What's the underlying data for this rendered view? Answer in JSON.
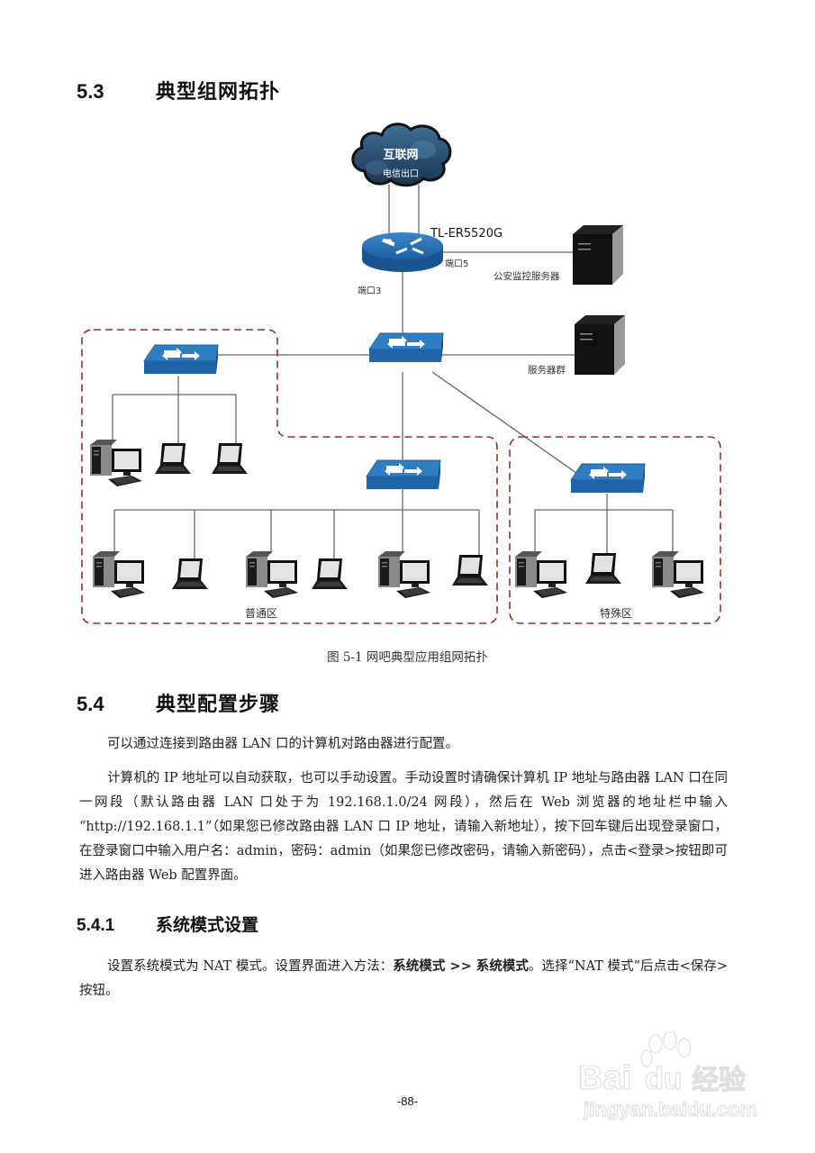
{
  "section_5_3": {
    "number": "5.3",
    "title": "典型组网拓扑"
  },
  "diagram": {
    "internet": {
      "title": "互联网",
      "subtitle": "电信出口"
    },
    "router": {
      "model": "TL-ER5520G",
      "port_wan": "端口5",
      "port_lan": "端口3"
    },
    "servers": [
      {
        "label": "公安监控服务器"
      },
      {
        "label": "服务器群"
      }
    ],
    "zones": [
      {
        "label": "普通区"
      },
      {
        "label": "特殊区"
      }
    ],
    "caption": "图  5-1  网吧典型应用组网拓扑"
  },
  "section_5_4": {
    "number": "5.4",
    "title": "典型配置步骤",
    "paragraph_1": "可以通过连接到路由器 LAN 口的计算机对路由器进行配置。",
    "paragraph_2": "计算机的 IP 地址可以自动获取，也可以手动设置。手动设置时请确保计算机 IP 地址与路由器 LAN 口在同一网段（默认路由器 LAN 口处于为 192.168.1.0/24 网段），然后在 Web 浏览器的地址栏中输入 “http://192.168.1.1”（如果您已修改路由器 LAN 口 IP 地址，请输入新地址），按下回车键后出现登录窗口，在登录窗口中输入用户名：admin，密码：admin（如果您已修改密码，请输入新密码），点击<登录>按钮即可进入路由器 Web 配置界面。"
  },
  "section_5_4_1": {
    "number": "5.4.1",
    "title": "系统模式设置",
    "para_prefix": "设置系统模式为 NAT 模式。设置界面进入方法：",
    "para_bold": "系统模式 >> 系统模式",
    "para_suffix": "。选择“NAT 模式”后点击<保存>按钮。"
  },
  "footer": {
    "page_number": "-88-"
  },
  "watermark": {
    "brand": "Bai",
    "brand2": "du",
    "brand_cn": "经验",
    "url": "jingyan.baidu.com"
  }
}
